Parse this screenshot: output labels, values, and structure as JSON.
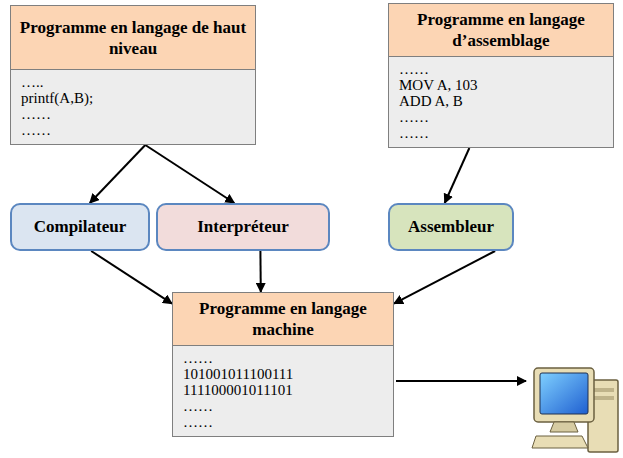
{
  "diagram": {
    "nodes": [
      {
        "text": [
          "Programme en langage de haut niveau",
          "…..",
          "printf(A,B);",
          "……",
          "……"
        ]
      },
      {
        "text": [
          "Programme en langage d’assemblage",
          "……",
          "MOV  A, 103",
          "ADD A, B",
          "……",
          "……"
        ]
      },
      {
        "text": [
          "Compilateur"
        ]
      },
      {
        "text": [
          "Interpréteur"
        ]
      },
      {
        "text": [
          "Assembleur"
        ]
      },
      {
        "text": [
          "Programme en langage machine",
          "……",
          "101001011100111",
          "111100001011101",
          "……",
          "……"
        ]
      }
    ],
    "edges": [
      {
        "from": 0,
        "to": 2,
        "arrow": "to"
      },
      {
        "from": 0,
        "to": 3,
        "arrow": "to"
      },
      {
        "from": 1,
        "to": 4,
        "arrow": "to"
      },
      {
        "from": 2,
        "to": 5,
        "arrow": "to"
      },
      {
        "from": 3,
        "to": 5,
        "arrow": "to"
      },
      {
        "from": 4,
        "to": 5,
        "arrow": "to"
      }
    ]
  }
}
